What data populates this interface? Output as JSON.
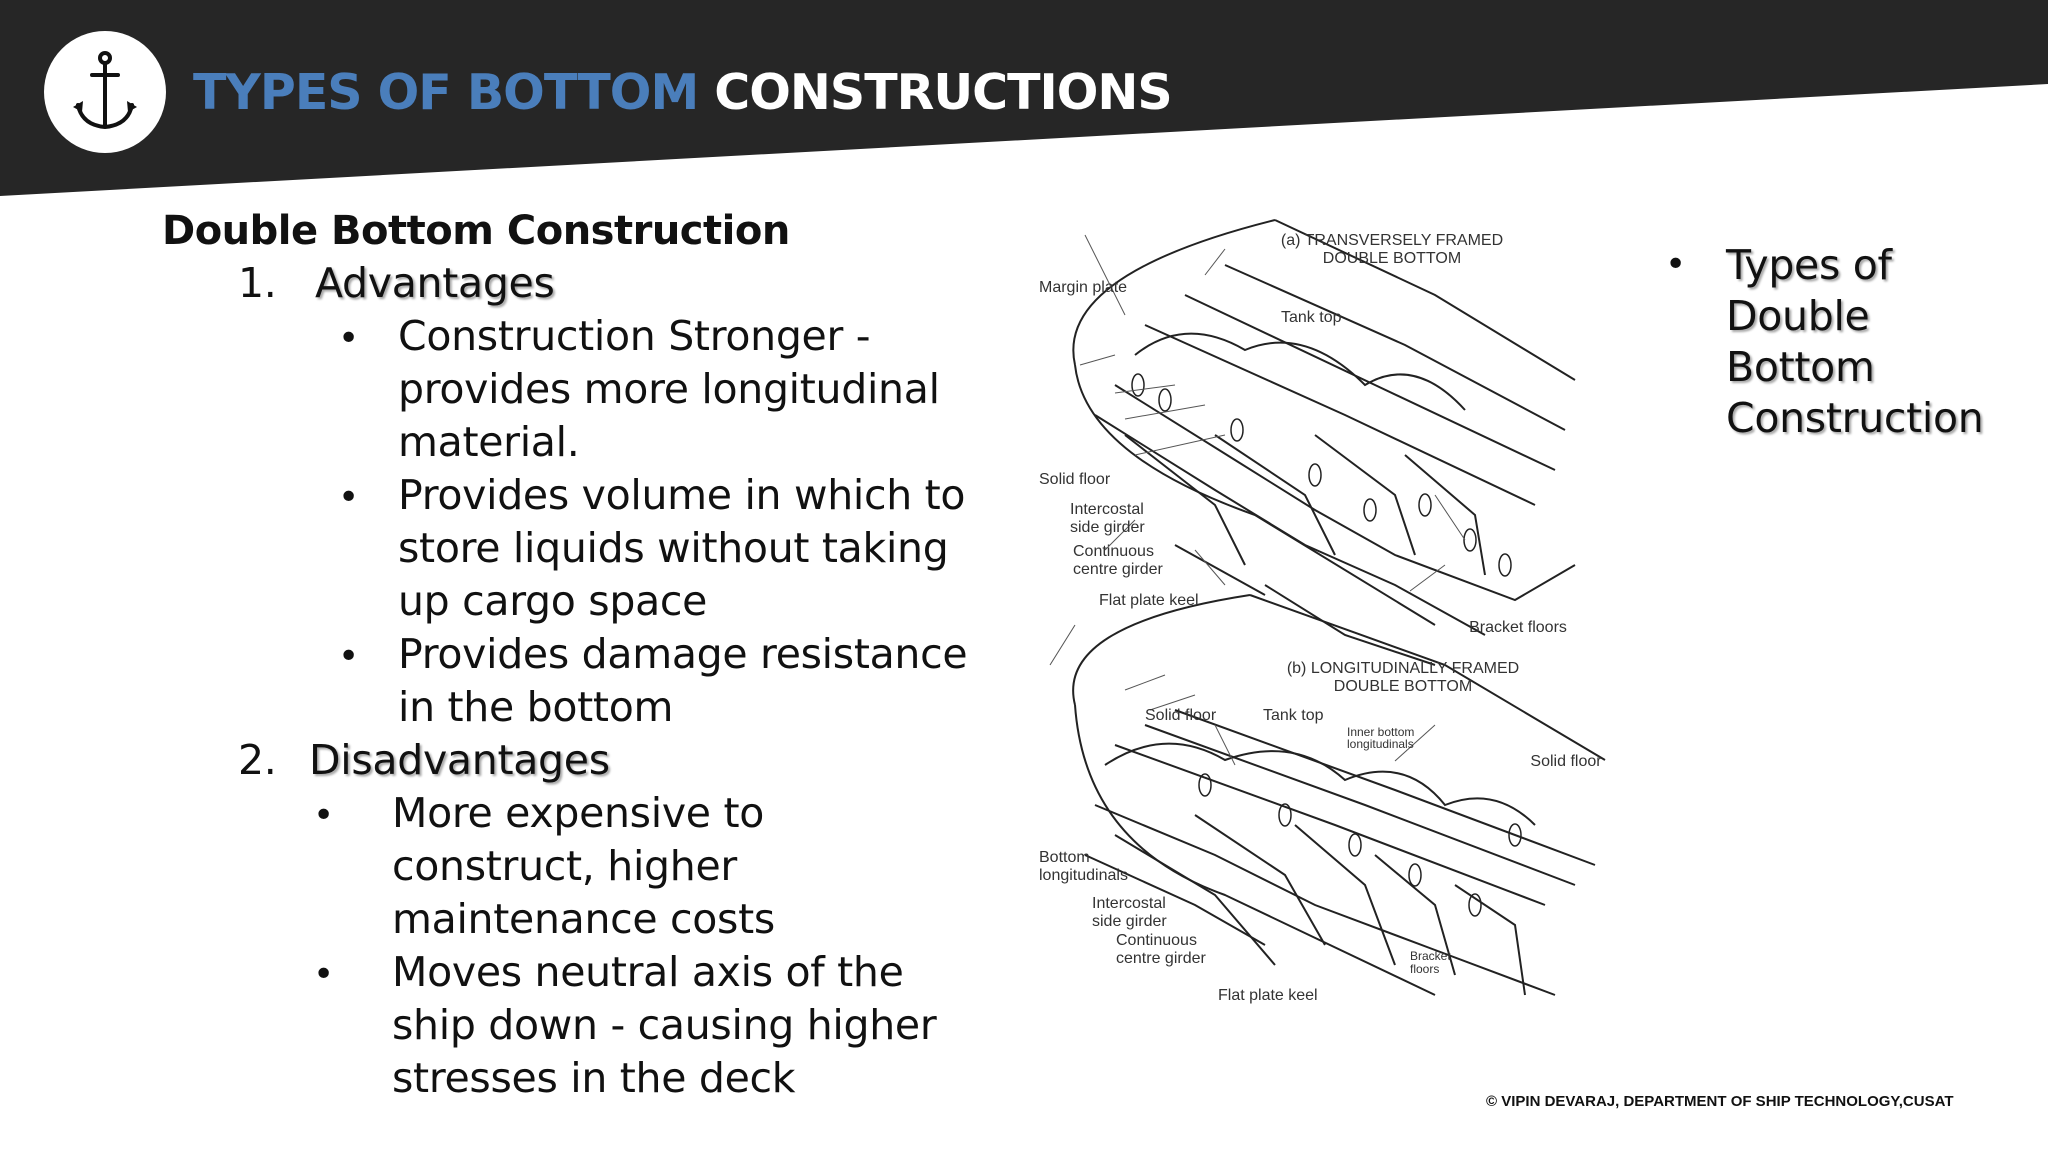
{
  "header": {
    "title_accent": "TYPES OF BOTTOM",
    "title_rest": "CONSTRUCTIONS",
    "logo_icon": "anchor-icon",
    "accent_color": "#4a7ebb",
    "band_color": "#262626"
  },
  "left": {
    "heading": "Double Bottom Construction",
    "sections": [
      {
        "number": "1.",
        "title": "Advantages",
        "items": [
          [
            "Construction Stronger -",
            "provides more longitudinal",
            "material."
          ],
          [
            "Provides volume in which to",
            "store liquids without taking",
            "up cargo space"
          ],
          [
            "Provides damage resistance",
            "in the bottom"
          ]
        ]
      },
      {
        "number": "2.",
        "title": "Disadvantages",
        "items": [
          [
            "More expensive to",
            "construct, higher",
            "maintenance costs"
          ],
          [
            "Moves neutral axis of the",
            "ship down - causing higher",
            "stresses in the deck"
          ]
        ]
      }
    ],
    "bullet": "•"
  },
  "right": {
    "bullet": "•",
    "lines": [
      "Types of",
      "Double",
      "Bottom",
      "Construction"
    ]
  },
  "diagram": {
    "top": {
      "title": [
        "(a) TRANSVERSELY FRAMED",
        "DOUBLE BOTTOM"
      ],
      "labels": [
        "Margin plate",
        "Tank top",
        "Solid floor",
        "Intercostal",
        "side girder",
        "Continuous",
        "centre girder",
        "Flat plate keel",
        "Bracket floors"
      ]
    },
    "bottom": {
      "title": [
        "(b) LONGITUDINALLY FRAMED",
        "DOUBLE BOTTOM"
      ],
      "labels": [
        "Solid floor",
        "Tank top",
        "Inner bottom",
        "longitudinals",
        "Solid floor",
        "Bottom",
        "longitudinals",
        "Intercostal",
        "side girder",
        "Continuous",
        "centre girder",
        "Bracket",
        "floors",
        "Flat plate keel"
      ]
    }
  },
  "footer": {
    "credit": "© VIPIN DEVARAJ, DEPARTMENT OF SHIP TECHNOLOGY,CUSAT"
  }
}
